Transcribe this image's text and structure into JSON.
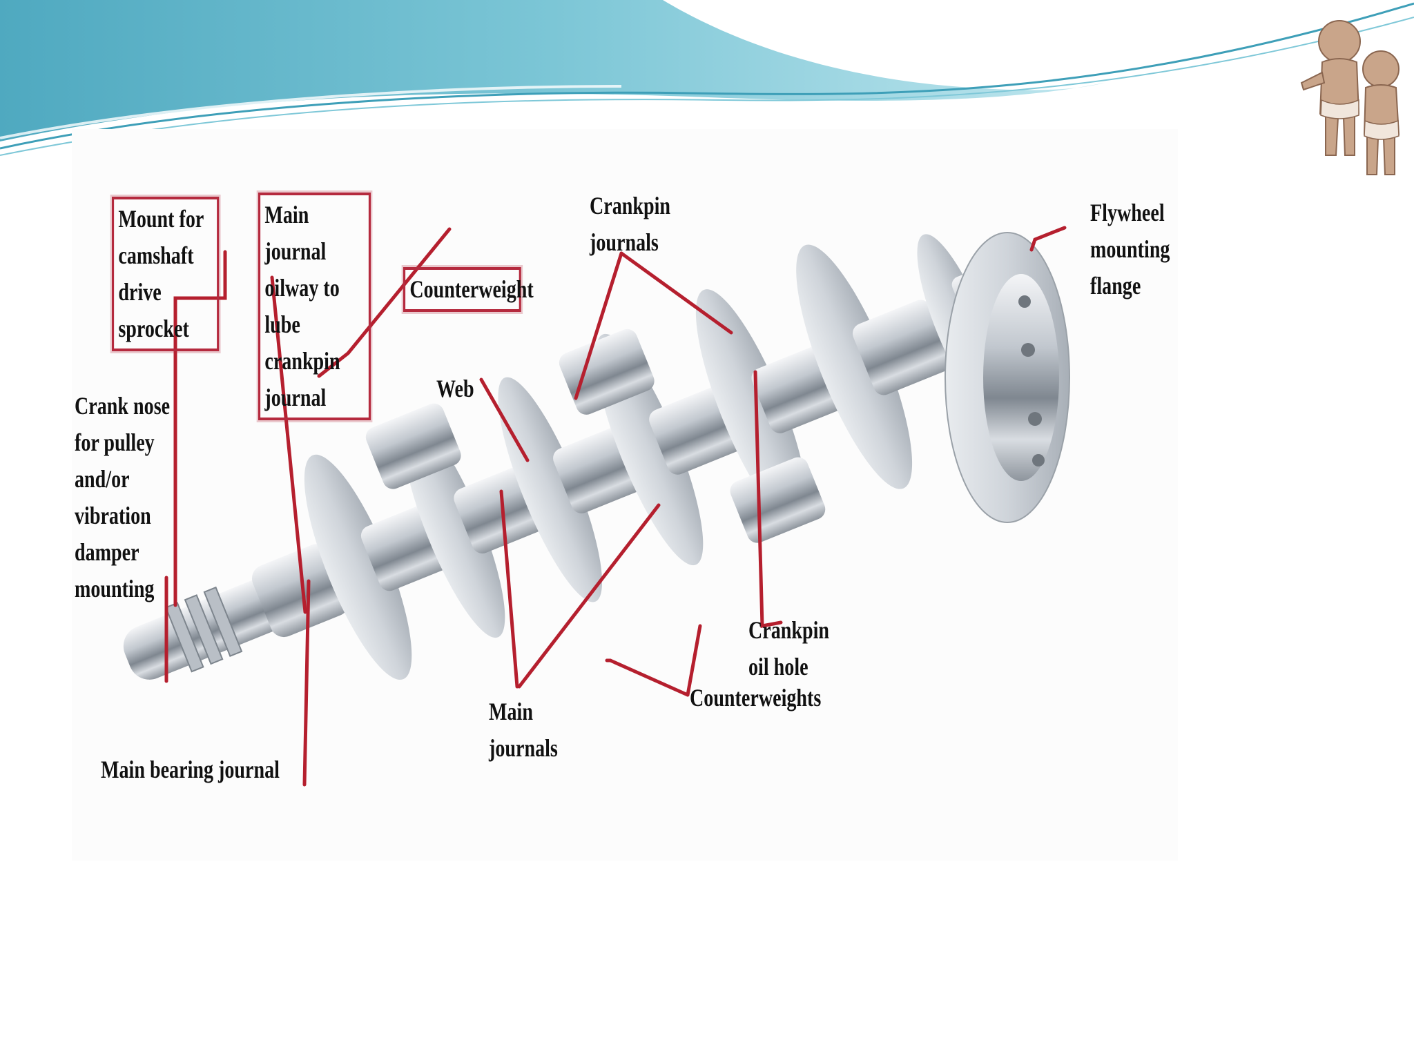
{
  "slide": {
    "colors": {
      "wave_dark": "#5fb4c9",
      "wave_light": "#a9dbe6",
      "leader_line": "#b51f2e",
      "box_border": "#b52a3e",
      "metal": "#c9ced4"
    },
    "decoration": {
      "figure_icon": "two-toddlers-figure"
    }
  },
  "diagram": {
    "labels": {
      "mount_camshaft": "Mount for\ncamshaft\ndrive sprocket",
      "main_journal_oilway": "Main journal\noilway to\nlube crankpin\njournal",
      "counterweight": "Counterweight",
      "crank_nose": "Crank nose\nfor pulley\nand/or\nvibration\ndamper\nmounting",
      "web": "Web",
      "crankpin_journals": "Crankpin\njournals",
      "flywheel_flange": "Flywheel\nmounting\nflange",
      "crankpin_oil_hole": "Crankpin\noil hole",
      "main_journals": "Main\njournals",
      "counterweights": "Counterweights",
      "main_bearing_journal": "Main bearing journal"
    }
  }
}
